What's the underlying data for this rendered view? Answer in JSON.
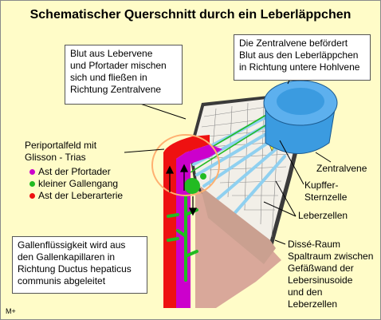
{
  "title": "Schematischer Querschnitt durch ein Leberläppchen",
  "box_blood": [
    "Blut aus Lebervene",
    "und Pfortader mischen",
    "sich und fließen in",
    "Richtung Zentralvene"
  ],
  "box_zentral": [
    "Die Zentralvene befördert",
    "Blut aus den Leberläppchen",
    "in Richtung untere Hohlvene"
  ],
  "periportal": [
    "Periportalfeld mit",
    "Glisson - Trias"
  ],
  "legend": [
    {
      "label": "Ast der Pfortader",
      "color": "#cc00cc"
    },
    {
      "label": "kleiner Gallengang",
      "color": "#22bb22"
    },
    {
      "label": "Ast der Leberarterie",
      "color": "#ee1111"
    }
  ],
  "box_galle": [
    "Gallenflüssigkeit wird aus",
    "den Gallenkapillaren in",
    "Richtung Ductus hepaticus",
    "communis abgeleitet"
  ],
  "label_zentralvene": "Zentralvene",
  "label_kupffer": [
    "Kupffer-",
    "Sternzelle"
  ],
  "label_leberzellen": "Leberzellen",
  "label_disse": [
    "Dissé-Raum",
    "Spaltraum zwischen",
    "Gefäßwand der",
    "Lebersinusoide",
    "und den",
    "Leberzellen"
  ],
  "corner_mark": "M+",
  "colors": {
    "background": "#fffcc8",
    "central_vein": "#3b9be0",
    "hepatic_artery": "#ee1111",
    "portal_vein": "#cc00cc",
    "bile_duct": "#22bb22",
    "parenchyma": "#d9a89a",
    "sinusoid": "#a8d8f0",
    "hepatocyte": "#ece8e0"
  }
}
